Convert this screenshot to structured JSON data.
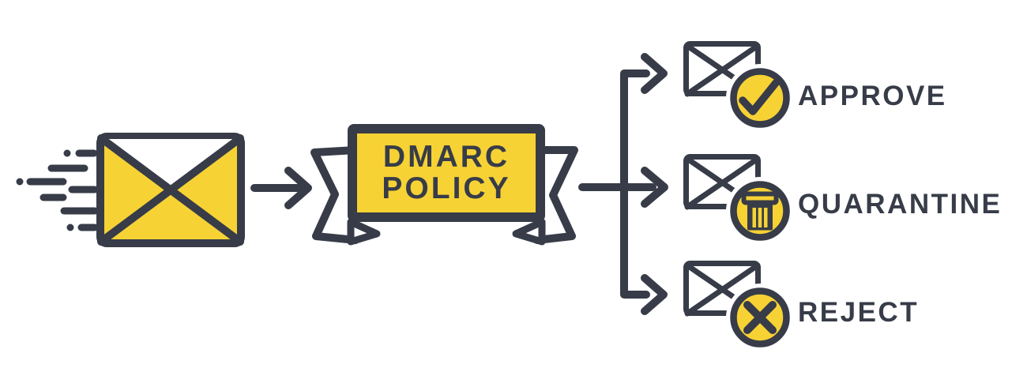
{
  "colors": {
    "yellow": "#F7D234",
    "dark": "#373C48",
    "background": "#FFFFFF"
  },
  "flow": {
    "source": {
      "icon": "speeding-envelope-icon"
    },
    "banner": {
      "line1": "DMARC",
      "line2": "POLICY"
    },
    "outcomes": [
      {
        "label": "APPROVE",
        "badge_icon": "check-icon"
      },
      {
        "label": "QUARANTINE",
        "badge_icon": "trash-icon"
      },
      {
        "label": "REJECT",
        "badge_icon": "x-icon"
      }
    ]
  }
}
